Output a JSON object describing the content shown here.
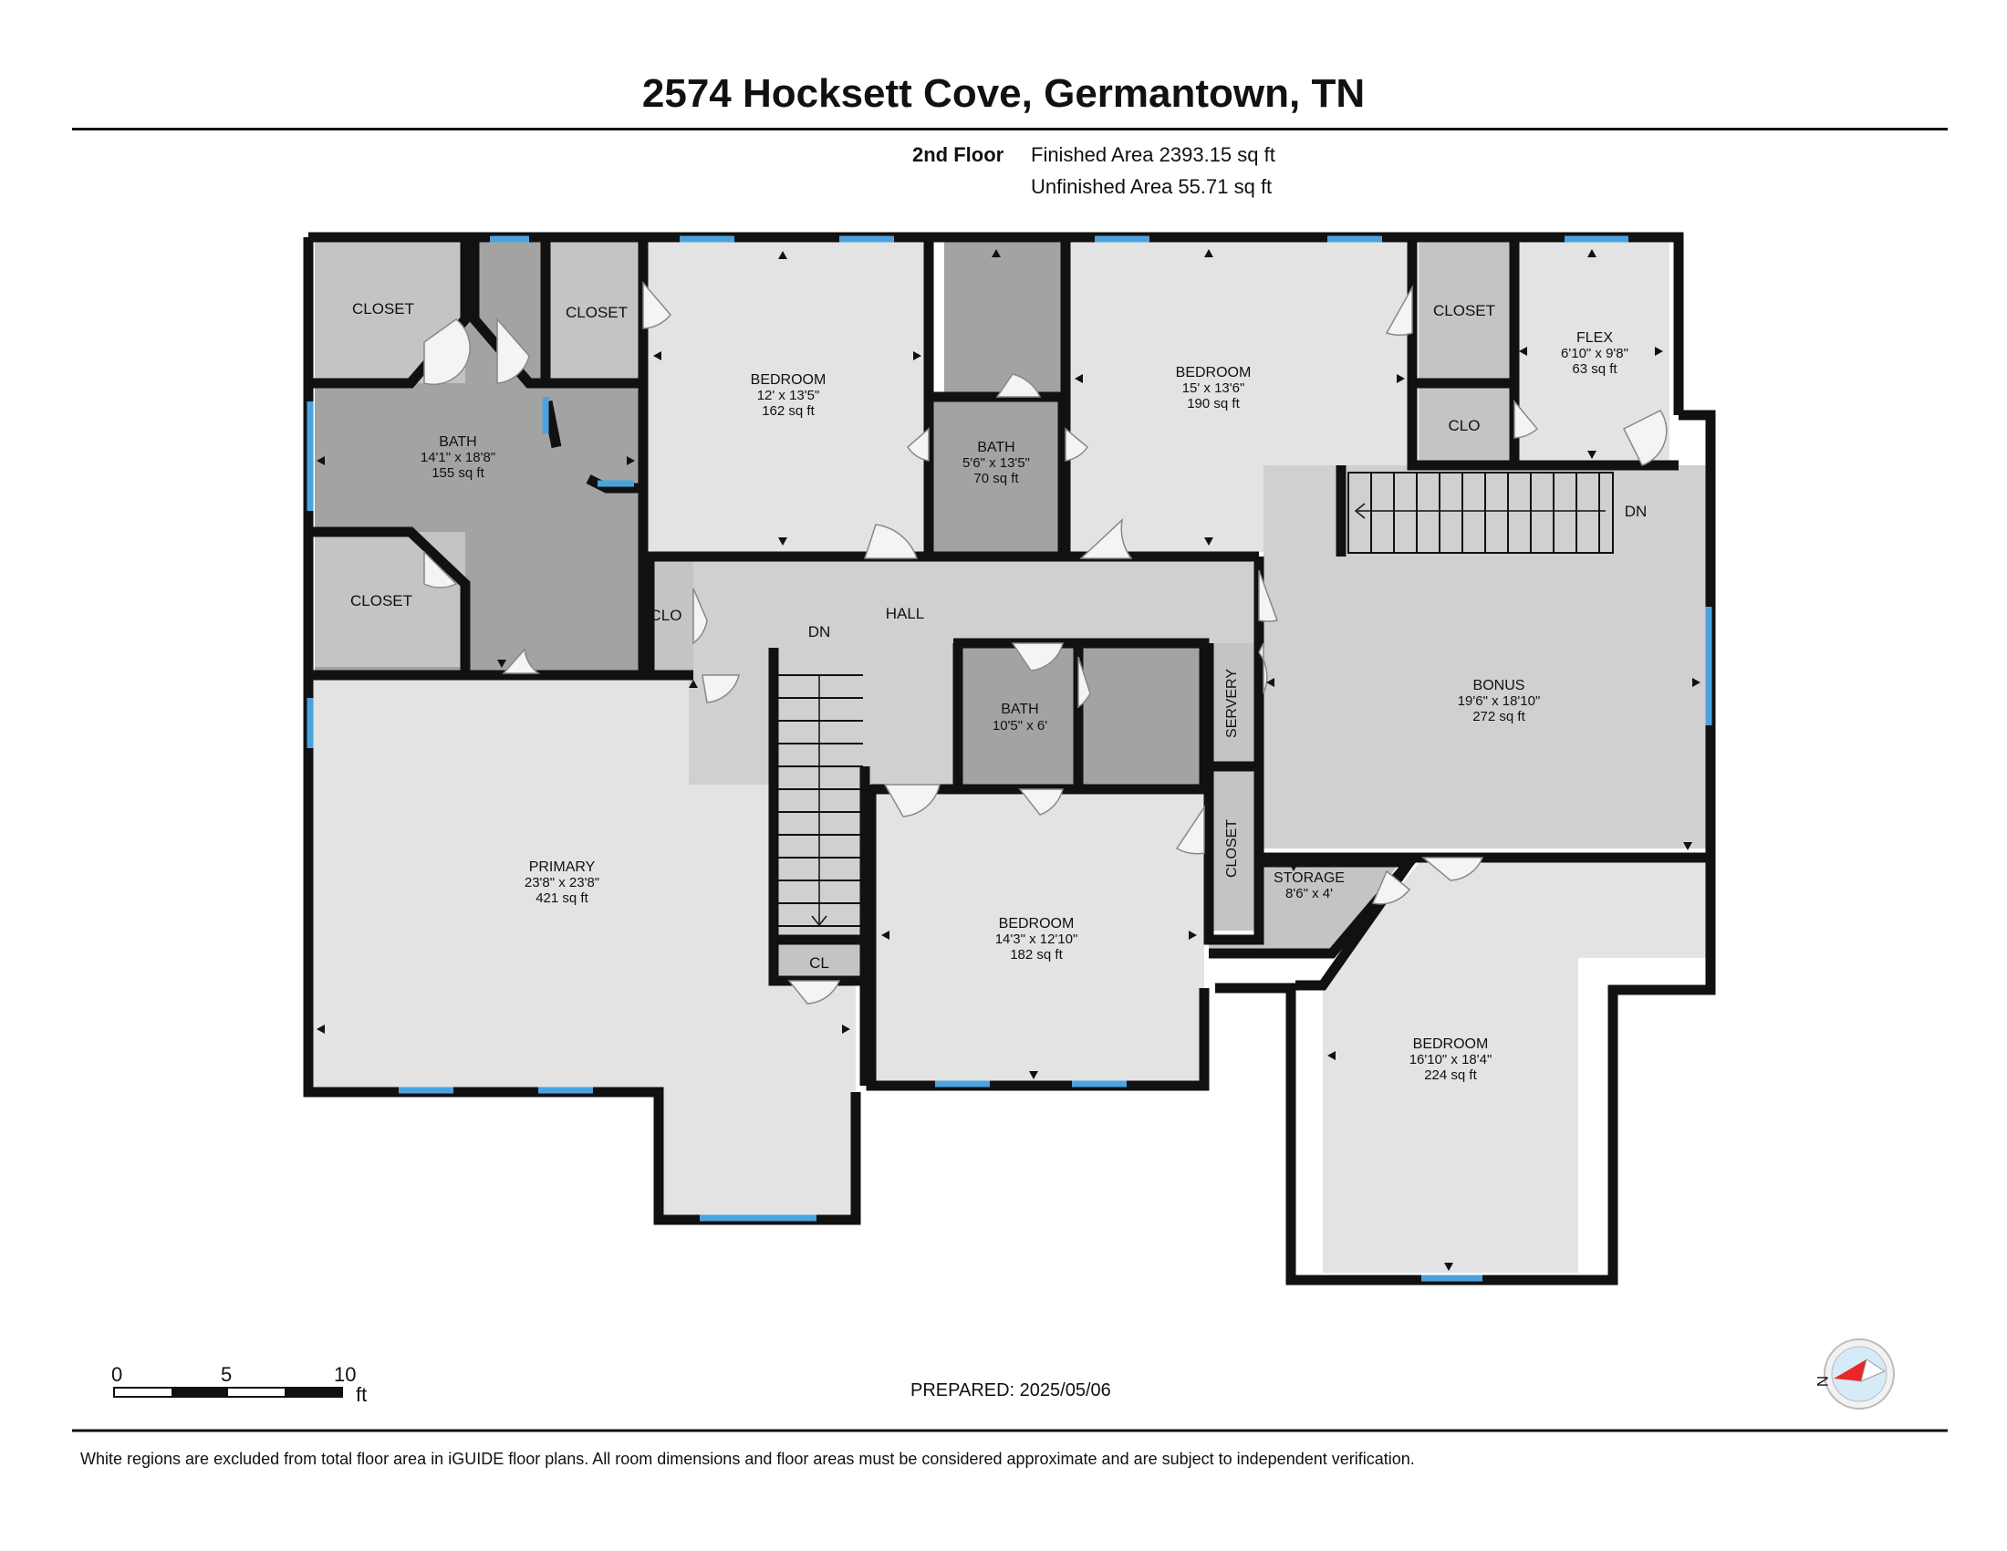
{
  "header": {
    "title": "2574 Hocksett Cove, Germantown, TN",
    "floor": "2nd Floor",
    "finished_area": "Finished Area 2393.15 sq ft",
    "unfinished_area": "Unfinished Area 55.71 sq ft"
  },
  "rooms": {
    "closet_nw": "CLOSET",
    "closet_n2": "CLOSET",
    "bath_primary": {
      "name": "BATH",
      "dims": "14'1\" x 18'8\"",
      "area": "155 sq ft"
    },
    "closet_sw": "CLOSET",
    "bedroom_1": {
      "name": "BEDROOM",
      "dims": "12' x 13'5\"",
      "area": "162 sq ft"
    },
    "bath_2": {
      "name": "BATH",
      "dims": "5'6\" x 13'5\"",
      "area": "70 sq ft"
    },
    "bedroom_2": {
      "name": "BEDROOM",
      "dims": "15' x 13'6\"",
      "area": "190 sq ft"
    },
    "closet_ne": "CLOSET",
    "clo_ne": "CLO",
    "flex": {
      "name": "FLEX",
      "dims": "6'10\" x 9'8\"",
      "area": "63 sq ft"
    },
    "stair_dn_east": "DN",
    "clo_hall": "CLO",
    "hall": "HALL",
    "stair_dn_west": "DN",
    "bath_3": {
      "name": "BATH",
      "dims": "10'5\" x 6'"
    },
    "servery": "SERVERY",
    "bonus": {
      "name": "BONUS",
      "dims": "19'6\" x 18'10\"",
      "area": "272 sq ft"
    },
    "primary": {
      "name": "PRIMARY",
      "dims": "23'8\" x 23'8\"",
      "area": "421 sq ft"
    },
    "cl": "CL",
    "bedroom_3": {
      "name": "BEDROOM",
      "dims": "14'3\" x 12'10\"",
      "area": "182 sq ft"
    },
    "closet_mid": "CLOSET",
    "storage": {
      "name": "STORAGE",
      "dims": "8'6\" x 4'"
    },
    "bedroom_4": {
      "name": "BEDROOM",
      "dims": "16'10\" x 18'4\"",
      "area": "224 sq ft"
    }
  },
  "scale": {
    "tick_0": "0",
    "tick_5": "5",
    "tick_10": "10",
    "unit": "ft"
  },
  "compass": {
    "label": "N"
  },
  "footer": {
    "prepared": "PREPARED: 2025/05/06",
    "disclaimer": "White regions are excluded from total floor area in iGUIDE floor plans. All room dimensions and floor areas must be considered approximate and are subject to independent verification."
  },
  "colors": {
    "wall": "#111111",
    "room_light": "#e3e3e3",
    "room_mid": "#d0d0d0",
    "room_closet": "#c4c4c4",
    "room_bath": "#a3a3a3",
    "window": "#4aa3df",
    "compass_arrow": "#e8272a"
  }
}
